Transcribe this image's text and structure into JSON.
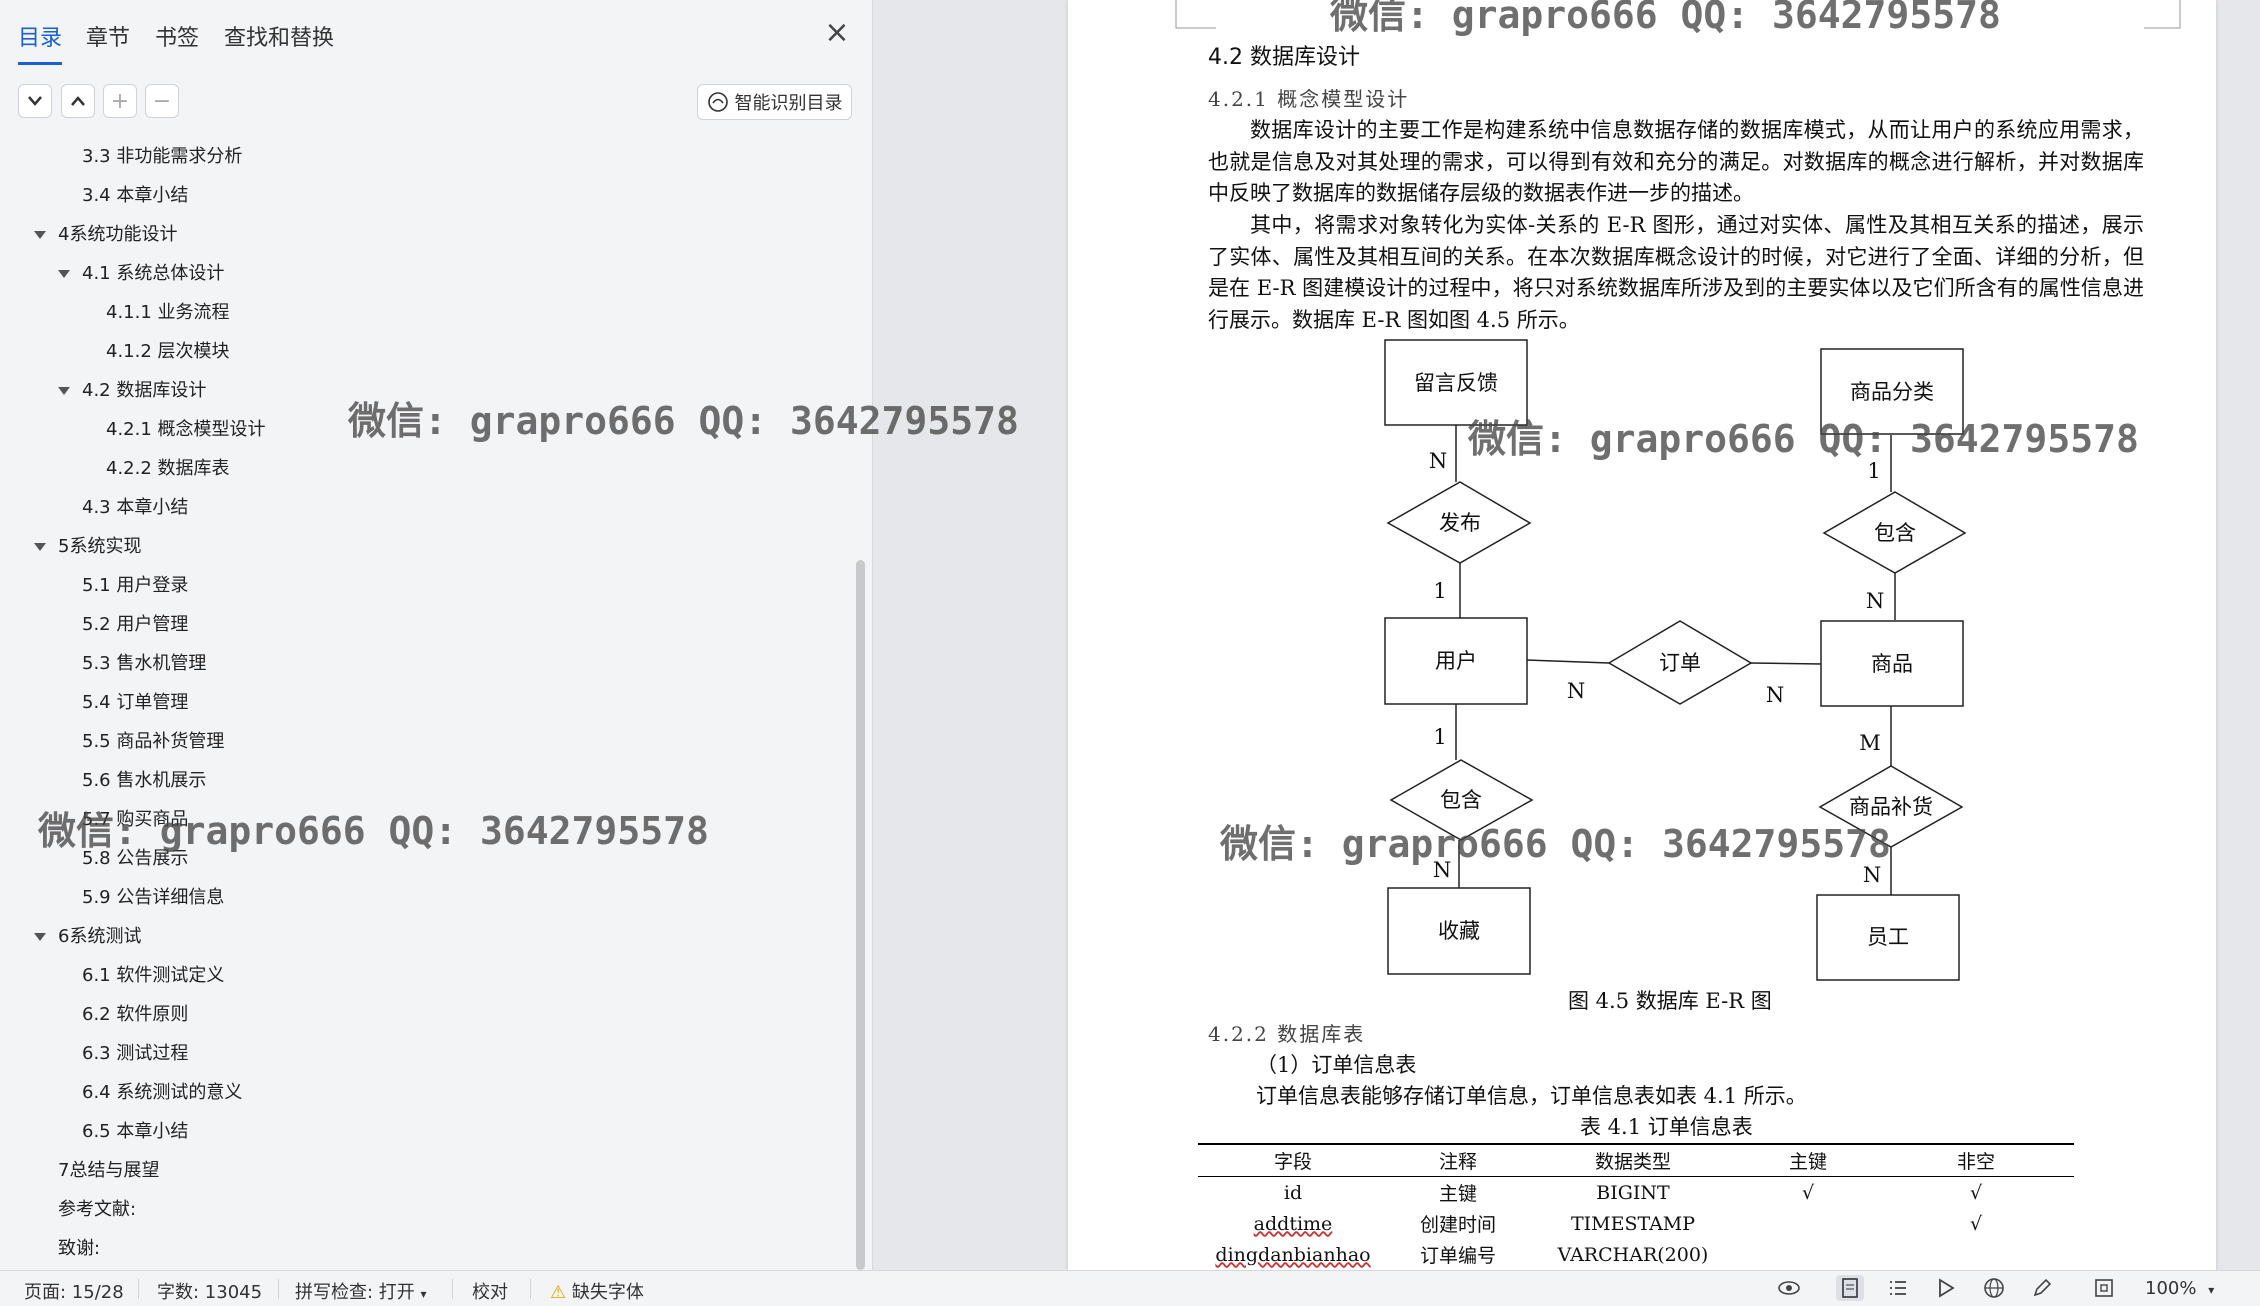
{
  "nav": {
    "tabs": [
      {
        "label": "目录",
        "active": true
      },
      {
        "label": "章节"
      },
      {
        "label": "书签"
      },
      {
        "label": "查找和替换"
      }
    ],
    "close_label": "×",
    "tools": {
      "collapse": "⌄",
      "expand": "⌃",
      "add": "+",
      "remove": "−"
    },
    "smart_button": "智能识别目录",
    "toc": [
      {
        "label": "3.3 非功能需求分析",
        "level": 2
      },
      {
        "label": "3.4 本章小结",
        "level": 2
      },
      {
        "label": "4系统功能设计",
        "level": 1,
        "expanded": true
      },
      {
        "label": "4.1 系统总体设计",
        "level": 2,
        "expanded": true
      },
      {
        "label": "4.1.1 业务流程",
        "level": 3
      },
      {
        "label": "4.1.2 层次模块",
        "level": 3
      },
      {
        "label": "4.2 数据库设计",
        "level": 2,
        "expanded": true
      },
      {
        "label": "4.2.1 概念模型设计",
        "level": 3
      },
      {
        "label": "4.2.2 数据库表",
        "level": 3
      },
      {
        "label": "4.3 本章小结",
        "level": 2
      },
      {
        "label": "5系统实现",
        "level": 1,
        "expanded": true
      },
      {
        "label": "5.1 用户登录",
        "level": 2
      },
      {
        "label": "5.2 用户管理",
        "level": 2
      },
      {
        "label": "5.3 售水机管理",
        "level": 2
      },
      {
        "label": "5.4 订单管理",
        "level": 2
      },
      {
        "label": "5.5 商品补货管理",
        "level": 2
      },
      {
        "label": "5.6 售水机展示",
        "level": 2
      },
      {
        "label": "5.7 购买商品",
        "level": 2
      },
      {
        "label": "5.8 公告展示",
        "level": 2
      },
      {
        "label": "5.9 公告详细信息",
        "level": 2
      },
      {
        "label": "6系统测试",
        "level": 1,
        "expanded": true
      },
      {
        "label": "6.1 软件测试定义",
        "level": 2
      },
      {
        "label": "6.2 软件原则",
        "level": 2
      },
      {
        "label": "6.3 测试过程",
        "level": 2
      },
      {
        "label": "6.4 系统测试的意义",
        "level": 2
      },
      {
        "label": "6.5 本章小结",
        "level": 2
      },
      {
        "label": "7总结与展望",
        "level": 1
      },
      {
        "label": "参考文献:",
        "level": 1
      },
      {
        "label": "致谢:",
        "level": 1
      }
    ]
  },
  "watermark": "微信: grapro666 QQ: 3642795578",
  "document": {
    "section_heading": "4.2  数据库设计",
    "sub_heading_1": "4.2.1  概念模型设计",
    "para_1": "数据库设计的主要工作是构建系统中信息数据存储的数据库模式，从而让用户的系统应用需求，也就是信息及对其处理的需求，可以得到有效和充分的满足。对数据库的概念进行解析，并对数据库中反映了数据库的数据储存层级的数据表作进一步的描述。",
    "para_2": "其中，将需求对象转化为实体-关系的 E-R 图形，通过对实体、属性及其相互关系的描述，展示了实体、属性及其相互间的关系。在本次数据库概念设计的时候，对它进行了全面、详细的分析，但是在 E-R 图建模设计的过程中，将只对系统数据库所涉及到的主要实体以及它们所含有的属性信息进行展示。数据库 E-R 图如图 4.5 所示。",
    "er": {
      "entities": {
        "feedback": "留言反馈",
        "category": "商品分类",
        "user": "用户",
        "product": "商品",
        "favorite": "收藏",
        "staff": "员工"
      },
      "relations": {
        "publish": "发布",
        "contain_top": "包含",
        "order": "订单",
        "contain_bottom": "包含",
        "restock": "商品补货"
      },
      "cardinalities": {
        "feedback_n": "N",
        "publish_1": "1",
        "category_1": "1",
        "contain_n": "N",
        "order_n_left": "N",
        "order_n_right": "N",
        "user_1": "1",
        "favorite_n": "N",
        "product_m": "M",
        "staff_n": "N"
      }
    },
    "figure_caption": "图 4.5  数据库 E-R 图",
    "sub_heading_2": "4.2.2  数据库表",
    "table_heading": "（1）订单信息表",
    "table_intro": "订单信息表能够存储订单信息，订单信息表如表 4.1 所示。",
    "table_caption": "表 4.1  订单信息表",
    "table": {
      "headers": [
        "字段",
        "注释",
        "数据类型",
        "主键",
        "非空"
      ],
      "rows": [
        [
          "id",
          "主键",
          "BIGINT",
          "√",
          "√"
        ],
        [
          "addtime",
          "创建时间",
          "TIMESTAMP",
          "",
          "√"
        ],
        [
          "dingdanbianhao",
          "订单编号",
          "VARCHAR(200)",
          "",
          ""
        ]
      ]
    }
  },
  "status": {
    "page": "页面: 15/28",
    "words": "字数: 13045",
    "spell": "拼写检查: 打开",
    "proof": "校对",
    "missing_font": "缺失字体",
    "zoom": "100%"
  }
}
